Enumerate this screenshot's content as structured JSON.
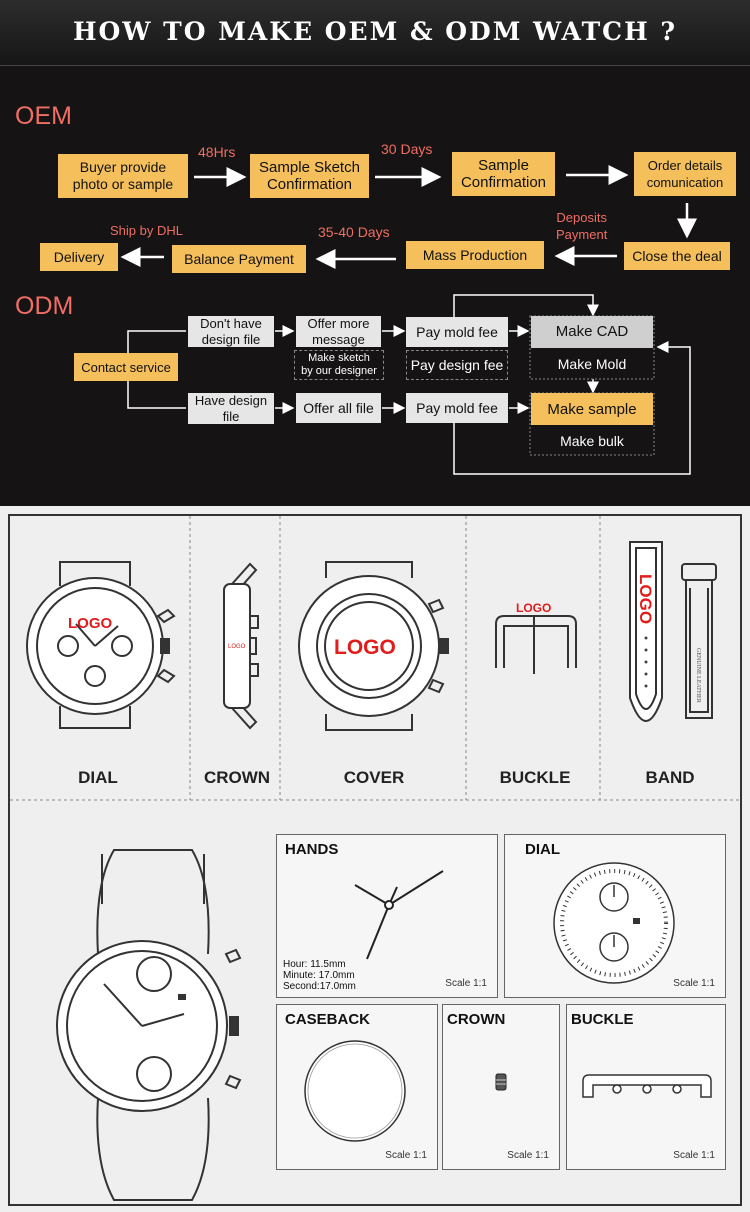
{
  "banner": {
    "title": "HOW TO MAKE OEM & ODM WATCH ?"
  },
  "oem": {
    "title": "OEM",
    "buyer_line1": "Buyer provide",
    "buyer_line2": "photo or sample",
    "sketch_line1": "Sample Sketch",
    "sketch_line2": "Confirmation",
    "sample_line1": "Sample",
    "sample_line2": "Confirmation",
    "order_line1": "Order details",
    "order_line2": "comunication",
    "close_deal": "Close the deal",
    "mass_production": "Mass Production",
    "balance_payment": "Balance Payment",
    "delivery": "Delivery",
    "note_48": "48Hrs",
    "note_30": "30 Days",
    "deposits_line1": "Deposits",
    "deposits_line2": "Payment",
    "note_3540": "35-40 Days",
    "ship_dhl": "Ship by DHL"
  },
  "odm": {
    "title": "ODM",
    "contact": "Contact service",
    "no_design_line1": "Don't have",
    "no_design_line2": "design file",
    "offer_more_line1": "Offer more",
    "offer_more_line2": "message",
    "designer_line1": "Make sketch",
    "designer_line2": "by our designer",
    "pay_mold_1": "Pay mold fee",
    "pay_design": "Pay design fee",
    "make_cad": "Make CAD",
    "make_mold": "Make Mold",
    "have_design_line1": "Have design",
    "have_design_line2": "file",
    "offer_all": "Offer all file",
    "pay_mold_2": "Pay mold fee",
    "make_sample": "Make sample",
    "make_bulk": "Make bulk"
  },
  "parts": {
    "dial_label": "DIAL",
    "crown_label": "CROWN",
    "cover_label": "COVER",
    "buckle_label": "BUCKLE",
    "band_label": "BAND",
    "logo": "LOGO",
    "genuine_leather": "GENUINE LEATHER"
  },
  "details": {
    "hands_title": "HANDS",
    "hour": "Hour: 11.5mm",
    "minute": "Minute: 17.0mm",
    "second": "Second:17.0mm",
    "dial_title": "DIAL",
    "caseback_title": "CASEBACK",
    "crown_title": "CROWN",
    "buckle_title": "BUCKLE",
    "scale": "Scale 1:1"
  },
  "colors": {
    "accent_box": "#f5bf5b",
    "note_red": "#f06e63",
    "logo_red": "#e21b1b"
  }
}
